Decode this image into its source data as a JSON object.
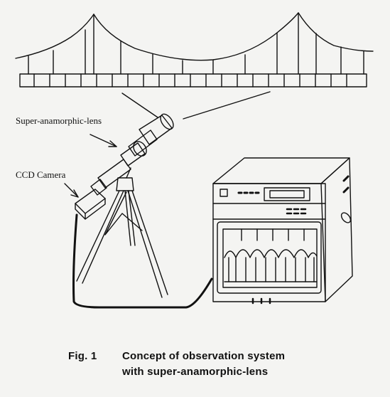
{
  "labels": {
    "lens": "Super-anamorphic-lens",
    "camera": "CCD Camera"
  },
  "caption": {
    "fig": "Fig. 1",
    "line1": "Concept of observation system",
    "line2": "with super-anamorphic-lens"
  },
  "colors": {
    "ink": "#111111",
    "paper": "#f4f4f2"
  },
  "icons": [
    "suspension-bridge",
    "camera-lens",
    "tripod",
    "ccd-camera",
    "monitor-recorder",
    "cable"
  ]
}
